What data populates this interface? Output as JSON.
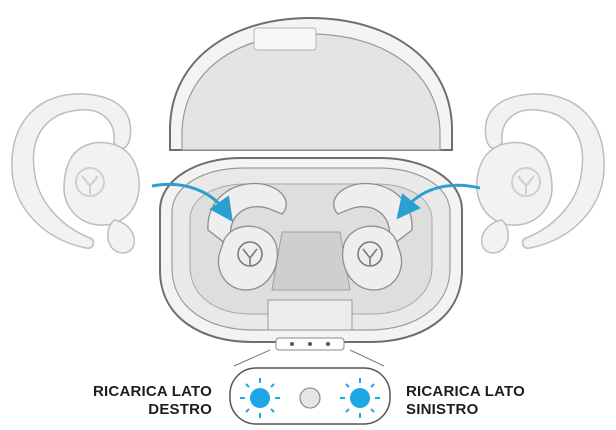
{
  "labels": {
    "right_charge": {
      "line1": "RICARICA LATO",
      "line2": "DESTRO"
    },
    "left_charge": {
      "line1": "RICARICA LATO",
      "line2": "SINISTRO"
    }
  },
  "colors": {
    "arrow": "#2a9fd0",
    "led_lit": "#1ea7e6",
    "led_off": "#e6e6e6",
    "case_outline": "#6e6e6e",
    "case_fill": "#f3f3f3",
    "bud_fill": "#f1f1f1",
    "text": "#1e1e1e"
  },
  "icons": [
    "earbud-with-hook",
    "charging-case",
    "insert-arrow",
    "led-indicator"
  ]
}
